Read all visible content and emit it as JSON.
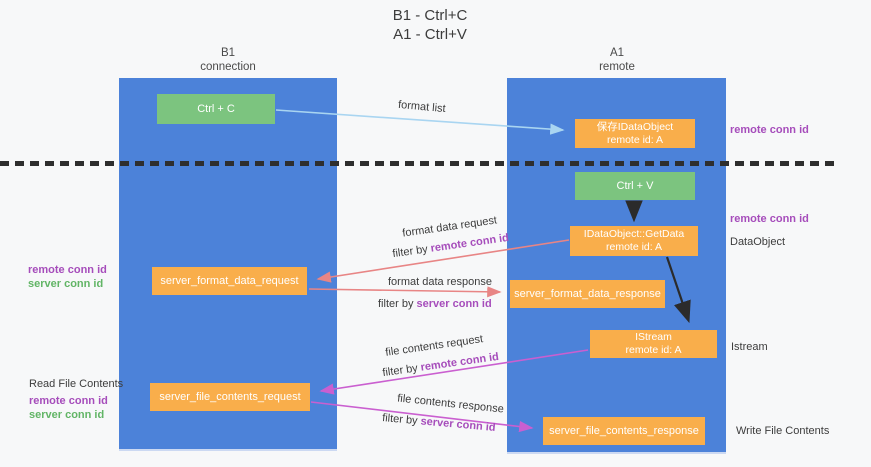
{
  "title": {
    "line1": "B1 - Ctrl+C",
    "line2": "A1 - Ctrl+V"
  },
  "lanes": {
    "left": {
      "name": "B1",
      "role": "connection"
    },
    "right": {
      "name": "A1",
      "role": "remote"
    }
  },
  "nodes": {
    "ctrl_c": "Ctrl + C",
    "ctrl_v": "Ctrl + V",
    "save_dataobject": {
      "line1": "保存IDataObject",
      "line2": "remote id: A"
    },
    "getdata": {
      "line1": "IDataObject::GetData",
      "line2": "remote id: A"
    },
    "istream": {
      "line1": "IStream",
      "line2": "remote id: A"
    },
    "server_format_data_request": "server_format_data_request",
    "server_format_data_response": "server_format_data_response",
    "server_file_contents_request": "server_file_contents_request",
    "server_file_contents_response": "server_file_contents_response"
  },
  "arrows": {
    "format_list": {
      "label": "format list"
    },
    "format_data_request": {
      "label": "format data request",
      "filter_prefix": "filter by ",
      "filter_value": "remote conn id"
    },
    "format_data_response": {
      "label": "format data response",
      "filter_prefix": "filter by ",
      "filter_value": "server conn id"
    },
    "file_contents_request": {
      "label": "file contents request",
      "filter_prefix": "filter by ",
      "filter_value": "remote conn id"
    },
    "file_contents_response": {
      "label": "file contents response",
      "filter_prefix": "filter by ",
      "filter_value": "server conn id"
    }
  },
  "side_labels": {
    "remote_conn_id_top": "remote conn id",
    "remote_conn_id_mid": "remote conn id",
    "dataobject": "DataObject",
    "istream": "Istream",
    "write_file_contents": "Write File Contents",
    "read_file_contents": "Read File Contents",
    "left_mid": {
      "remote": "remote conn id",
      "server": "server conn id"
    },
    "left_bottom": {
      "remote": "remote conn id",
      "server": "server conn id"
    }
  },
  "colors": {
    "lane_blue": "#4c82d9",
    "box_green": "#7cc47f",
    "box_orange": "#f9ae4b",
    "text_purple": "#a64dbb",
    "text_green": "#62b566",
    "arrow_light_blue": "#a9d5f1",
    "arrow_salmon": "#e88585",
    "arrow_magenta": "#ca5fd0",
    "arrow_black": "#2b2b2b"
  }
}
